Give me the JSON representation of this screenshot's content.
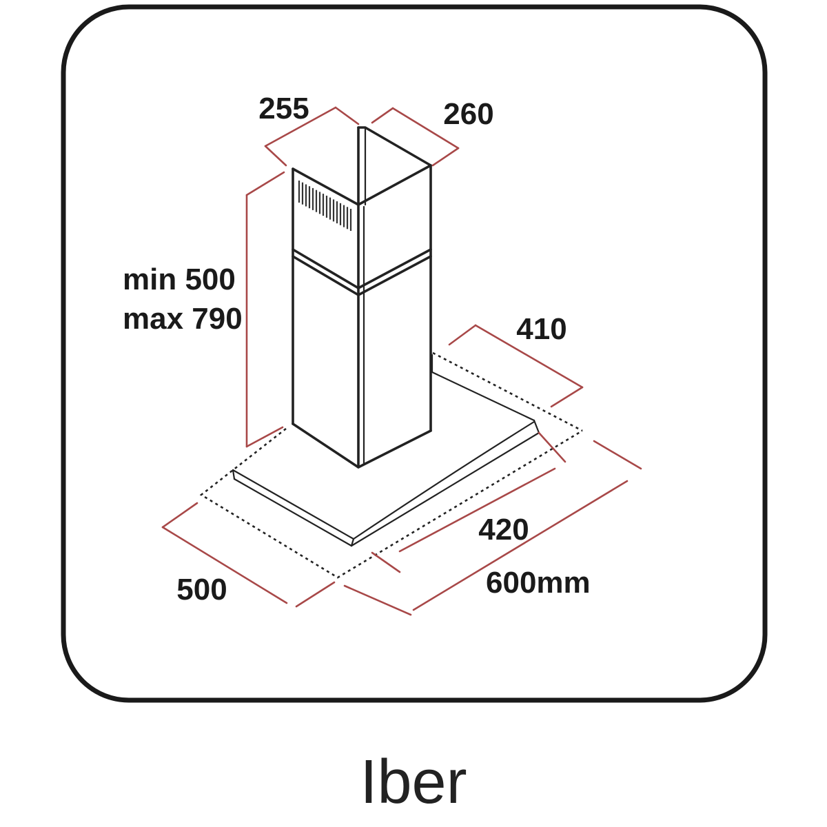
{
  "diagram": {
    "dimensions": {
      "chimney_width": "255",
      "chimney_depth": "260",
      "height_min": "min 500",
      "height_max": "max 790",
      "canopy_top_depth": "410",
      "canopy_glass_width": "420",
      "canopy_depth": "500",
      "canopy_width": "600mm"
    },
    "brand": "Iber"
  },
  "colors": {
    "dimension_line": "#a84848",
    "drawing_line": "#222222",
    "frame": "#1a1a1a"
  }
}
